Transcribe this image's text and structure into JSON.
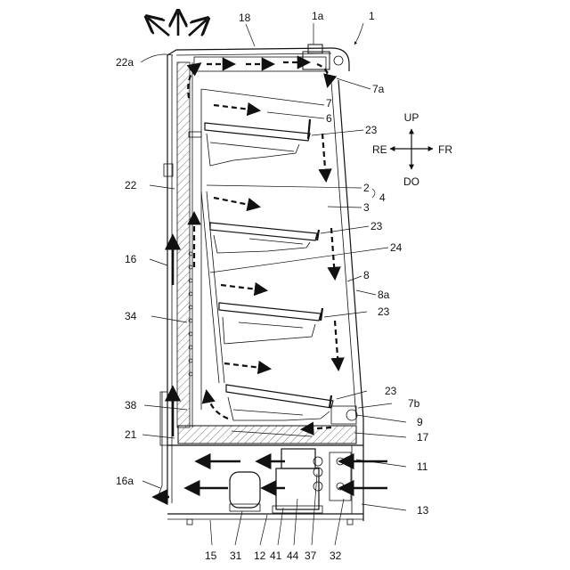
{
  "diagram": {
    "labels": {
      "l1": "1",
      "l1a": "1a",
      "l18": "18",
      "l22a": "22a",
      "l7a": "7a",
      "l7": "7",
      "l6": "6",
      "l23a": "23",
      "l22": "22",
      "l2": "2",
      "l4": "4",
      "l3": "3",
      "l23b": "23",
      "l24": "24",
      "l16": "16",
      "l8": "8",
      "l8a": "8a",
      "l34": "34",
      "l23c": "23",
      "l23d": "23",
      "l7b": "7b",
      "l38": "38",
      "l9": "9",
      "l21": "21",
      "l17": "17",
      "l11": "11",
      "l16a": "16a",
      "l13": "13",
      "l15": "15",
      "l31": "31",
      "l12": "12",
      "l41": "41",
      "l44": "44",
      "l37": "37",
      "l32": "32"
    },
    "directions": {
      "up": "UP",
      "down": "DO",
      "rear": "RE",
      "front": "FR"
    }
  }
}
